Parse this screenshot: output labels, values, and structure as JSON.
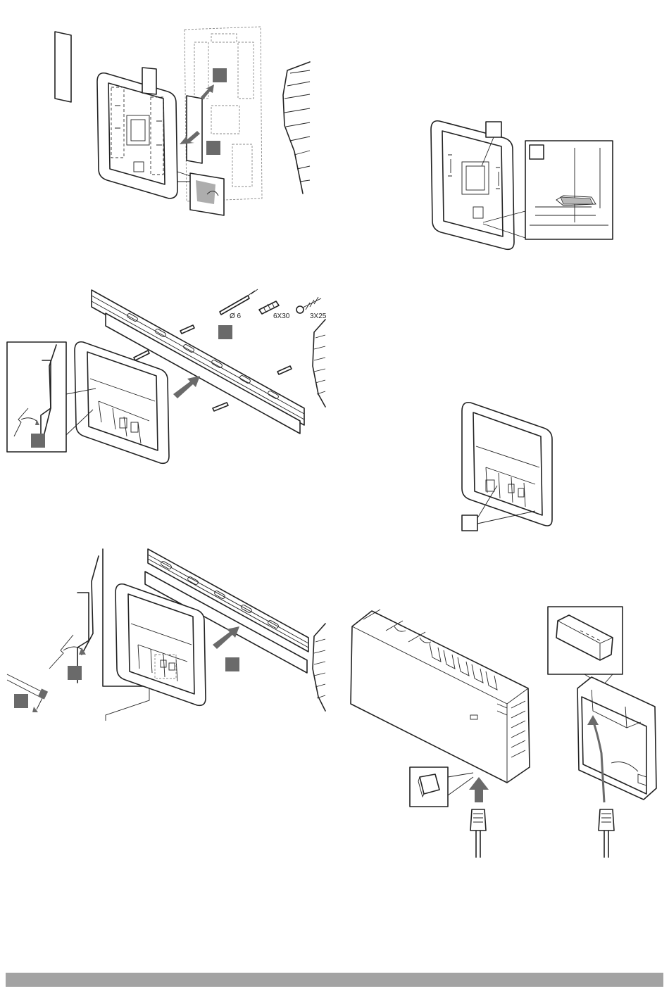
{
  "document": {
    "type": "installation-illustration-sheet",
    "accent_color": "#6a6a6a",
    "footer_bar_color": "#a3a3a3"
  },
  "hardware_labels": {
    "drill": "Ø 6",
    "wall_plug": "6X30",
    "screw": "3X25"
  },
  "icons": [
    "adhesive-strip-icon",
    "wall-bracket-icon",
    "din-rail-icon",
    "drill-bit-icon",
    "wall-plug-icon",
    "screw-icon",
    "wall-section-icon",
    "controller-unit-icon",
    "rj45-connector-icon",
    "transceiver-icon",
    "arrow-icon"
  ]
}
